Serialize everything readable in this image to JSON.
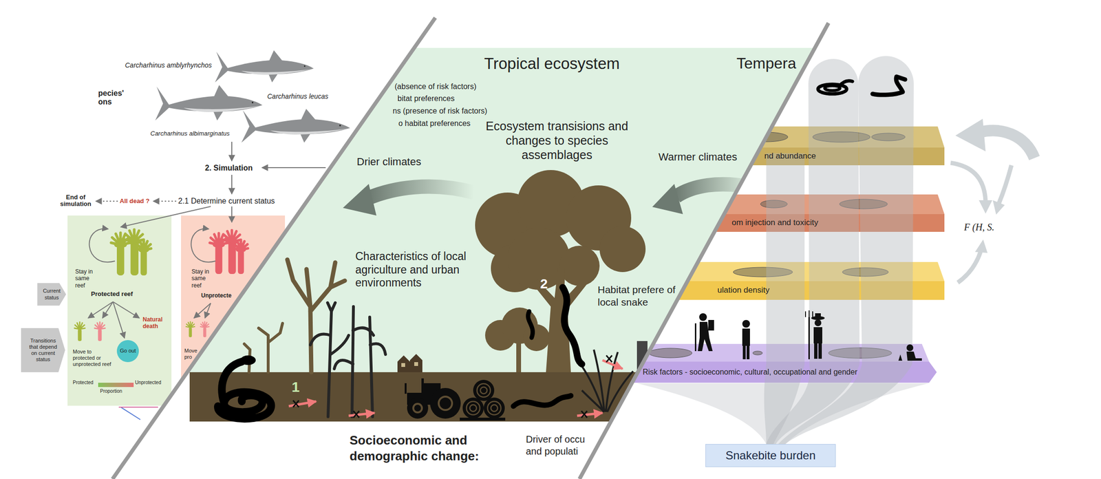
{
  "diagram": {
    "nodes": [
      {
        "text": [
          "Stay in same reef",
          "Protected reef",
          "Natural death",
          "Move to protected or unprotected reef",
          "Protected",
          "Unprotected",
          "Proportion"
        ]
      },
      {
        "text": [
          "Go out"
        ],
        "in": 0
      },
      {
        "text": [
          "Stay in same reef",
          "Unprotecte",
          "Move pro"
        ]
      },
      {
        "text": [
          "Current status"
        ]
      },
      {
        "text": [
          "Transitions that depend on current status"
        ]
      },
      {
        "text": [
          "nd abundance"
        ]
      },
      {
        "text": [
          "om injection and toxicity"
        ]
      },
      {
        "text": [
          "ulation density"
        ]
      },
      {
        "text": [
          "Risk factors - socioeconomic, cultural, occupational and gender"
        ]
      },
      {
        "text": [
          "Snakebite burden"
        ]
      }
    ],
    "labels": [
      "Carcharhinus amblyrhynchos",
      "Carcharhinus leucas",
      "Carcharhinus albimarginatus",
      "pecies' ons",
      "2. Simulation",
      "2.1 Determine current status",
      "End of simulation",
      "All dead ?",
      "Tropical ecosystem",
      "Tempera",
      "(absence of risk factors)",
      "bitat preferences",
      "ns (presence of risk factors)",
      "o habitat preferences",
      "Drier climates",
      "Ecosystem transisions and changes to species assemblages",
      "Warmer climates",
      "Characteristics of local agriculture and urban environments",
      "2",
      "Habitat prefere of local snake",
      "1",
      "Socioeconomic and demographic change:",
      "Driver of occu and populati",
      "F (H, S."
    ]
  }
}
